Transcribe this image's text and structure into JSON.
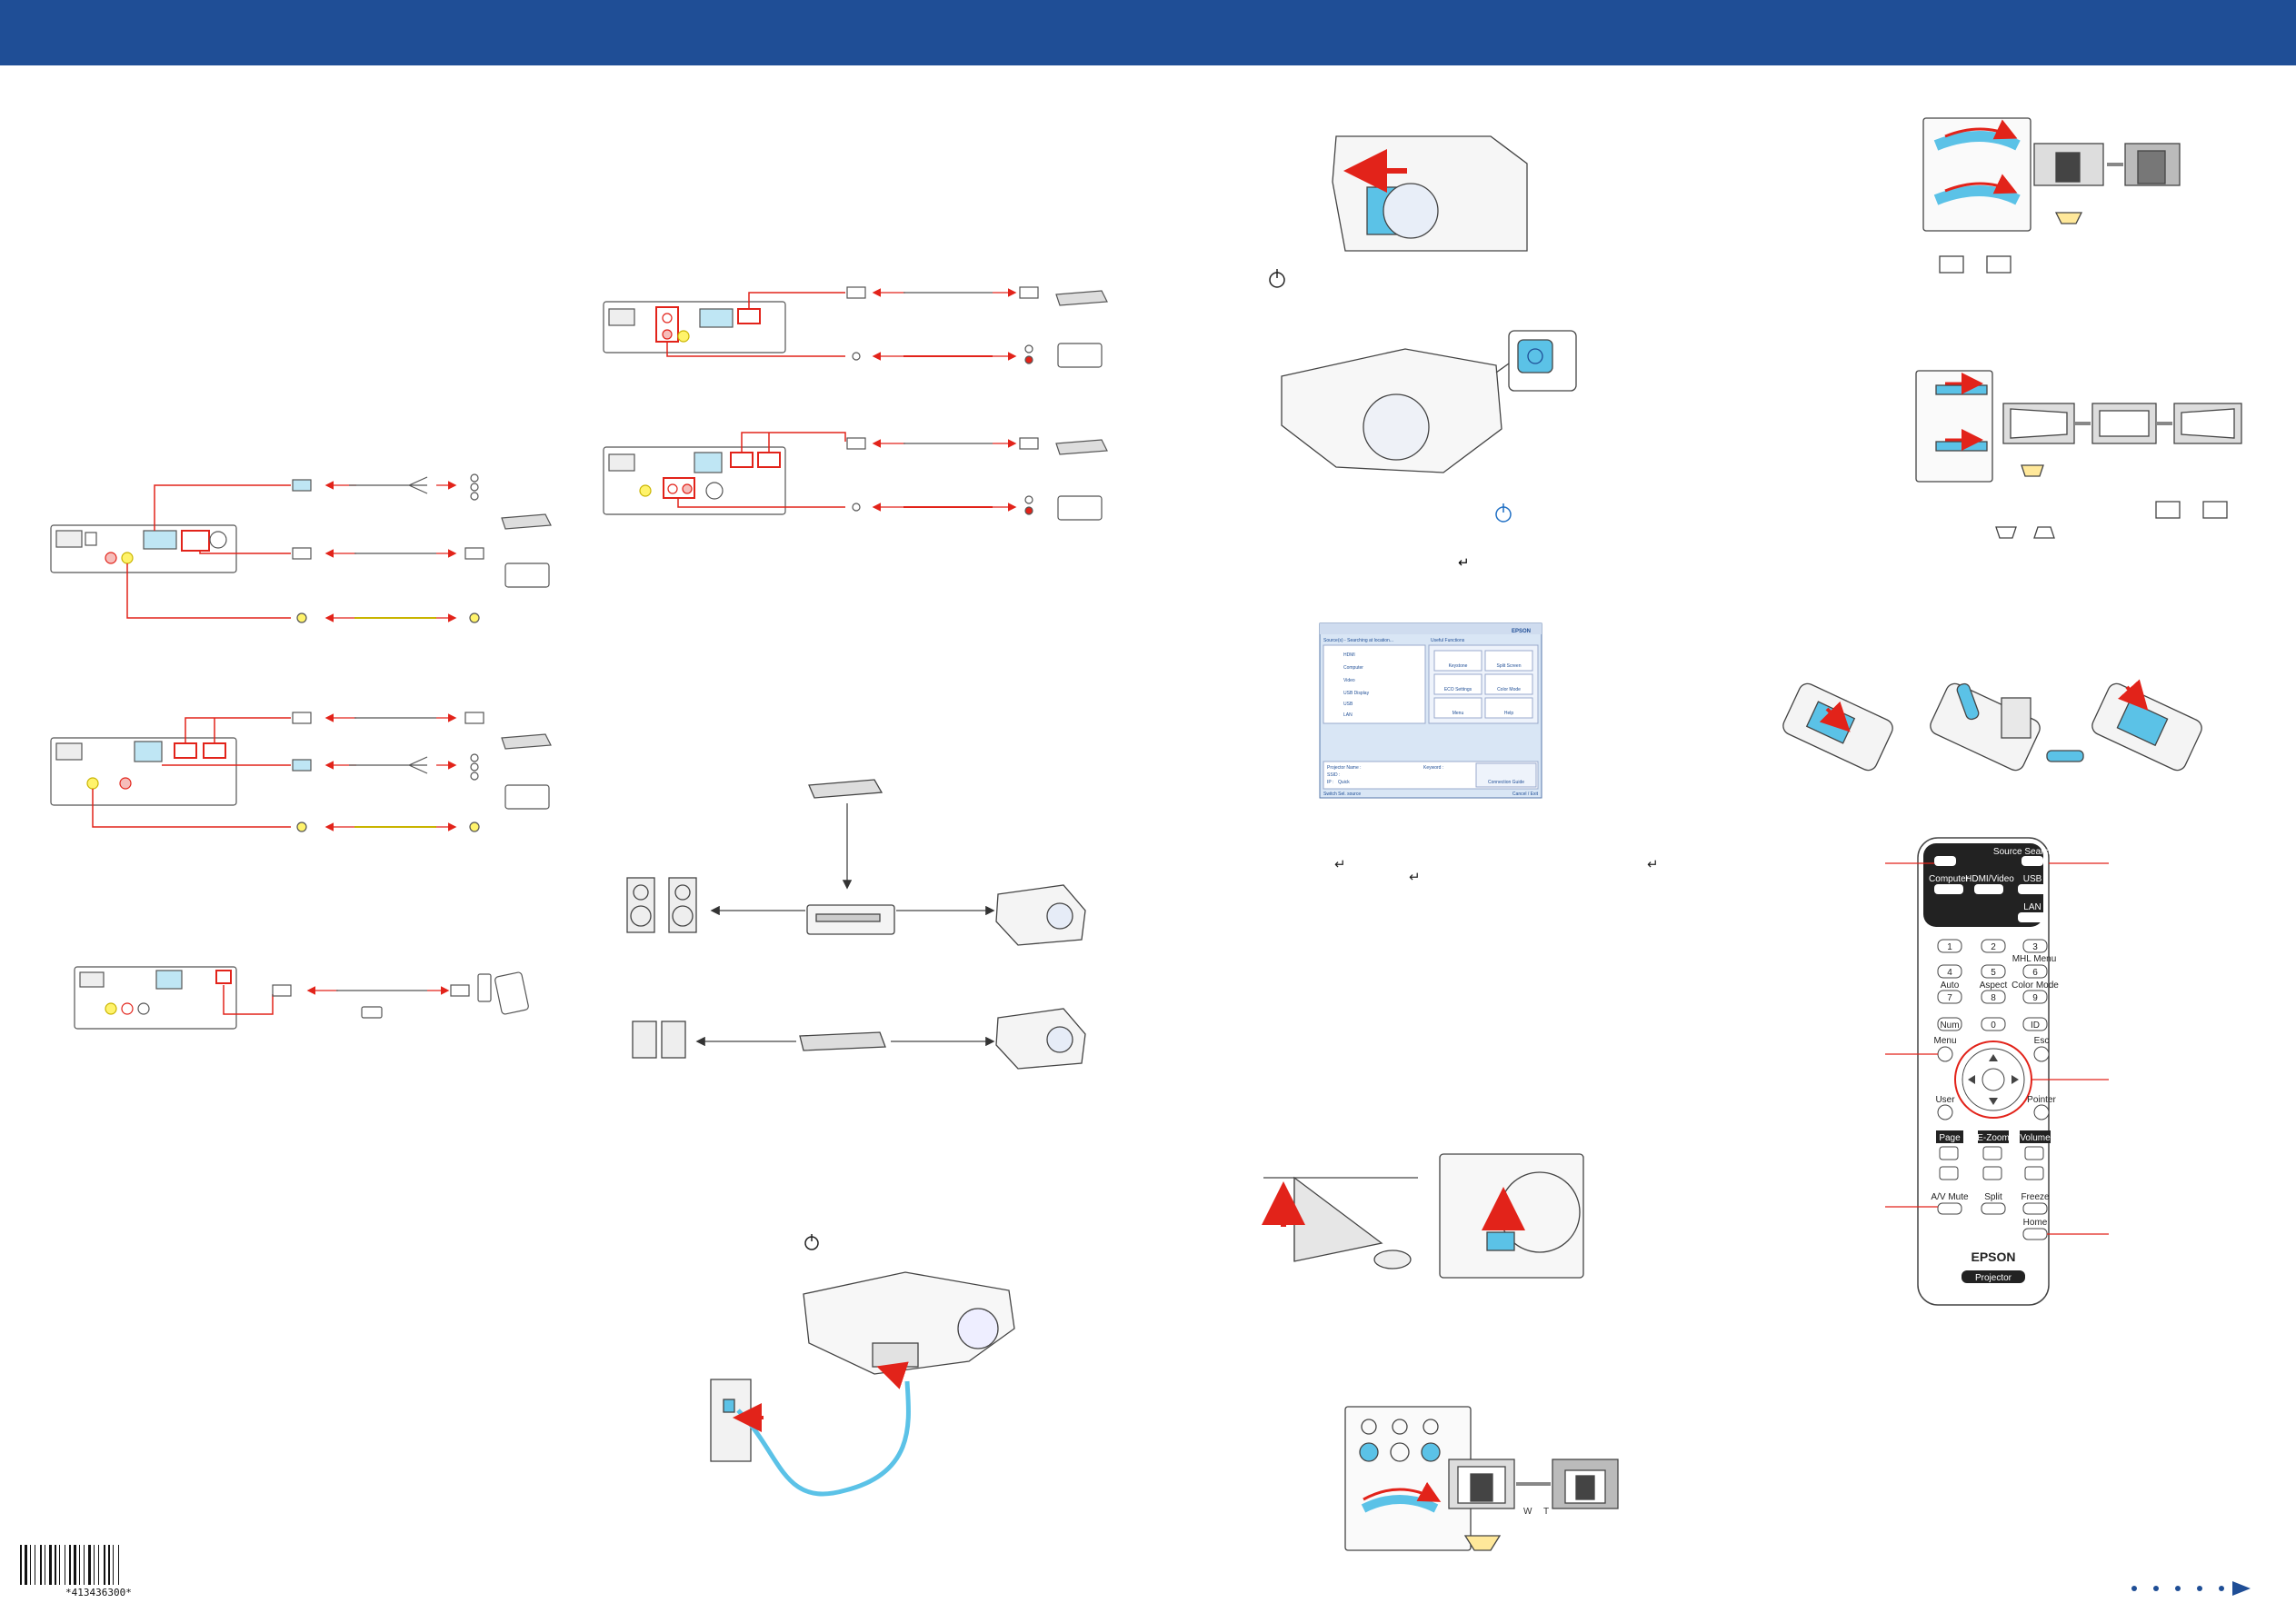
{
  "colors": {
    "header": "#1f4e96",
    "accent": "#e2231a",
    "cyan": "#5bc2e7",
    "gray": "#666666"
  },
  "remote": {
    "source_search": "Source Search",
    "computer": "Computer",
    "hdmi_video": "HDMI/Video",
    "usb": "USB",
    "lan": "LAN",
    "k1": "1",
    "k2": "2",
    "k3": "3",
    "mhl_menu": "MHL Menu",
    "k4": "4",
    "k5": "5",
    "k6": "6",
    "auto": "Auto",
    "aspect": "Aspect",
    "color_mode": "Color Mode",
    "k7": "7",
    "k8": "8",
    "k9": "9",
    "num": "Num",
    "k0": "0",
    "id": "ID",
    "menu": "Menu",
    "esc": "Esc",
    "user": "User",
    "pointer": "Pointer",
    "page": "Page",
    "ezoom": "E-Zoom",
    "volume": "Volume",
    "av_mute": "A/V Mute",
    "split": "Split",
    "freeze": "Freeze",
    "home": "Home",
    "brand": "EPSON",
    "model": "Projector"
  },
  "home_screen": {
    "brand": "EPSON",
    "source_header": "Source(s) - Searching at location...",
    "useful_header": "Useful Functions",
    "sources": [
      "HDMI",
      "Computer",
      "Video",
      "USB Display",
      "USB",
      "LAN"
    ],
    "tiles": [
      "Keystone",
      "Split Screen",
      "ECO Settings",
      "Color Mode",
      "Menu",
      "Help"
    ],
    "projector_name_label": "Projector Name : ",
    "keyword_label": "Keyword : ",
    "ssid_label": "SSID : ",
    "ip_label": "IP : ",
    "ip_mode": "Quick",
    "connection_guide": "Connection Guide",
    "switch_label": "Switch Sel. source",
    "exit_label": "Cancel / Exit"
  },
  "zoom_diagram": {
    "w_label": "W",
    "t_label": "T"
  },
  "barcode": {
    "text": "*413436300*"
  }
}
